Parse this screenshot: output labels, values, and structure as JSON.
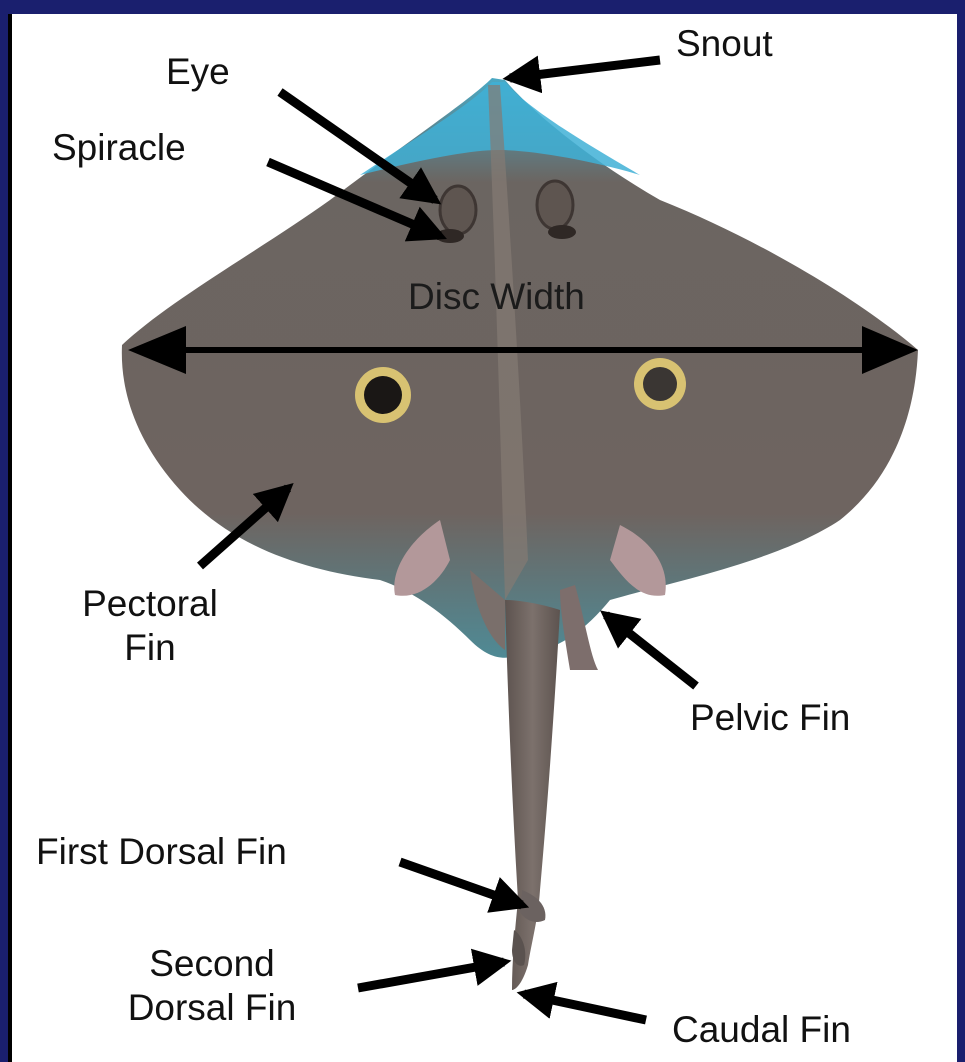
{
  "labels": {
    "snout": "Snout",
    "eye": "Eye",
    "spiracle": "Spiracle",
    "disc_width": "Disc Width",
    "pectoral_fin_line1": "Pectoral",
    "pectoral_fin_line2": "Fin",
    "pelvic_fin": "Pelvic Fin",
    "first_dorsal_fin": "First Dorsal Fin",
    "second_dorsal_fin_line1": "Second",
    "second_dorsal_fin_line2": "Dorsal Fin",
    "caudal_fin": "Caudal Fin"
  },
  "colors": {
    "background_frame": "#1a1f6e",
    "panel": "#ffffff",
    "body": "#6f6560",
    "body_dark": "#5a514d",
    "blue_wash": "#3fa9c9",
    "arrow": "#000000"
  }
}
